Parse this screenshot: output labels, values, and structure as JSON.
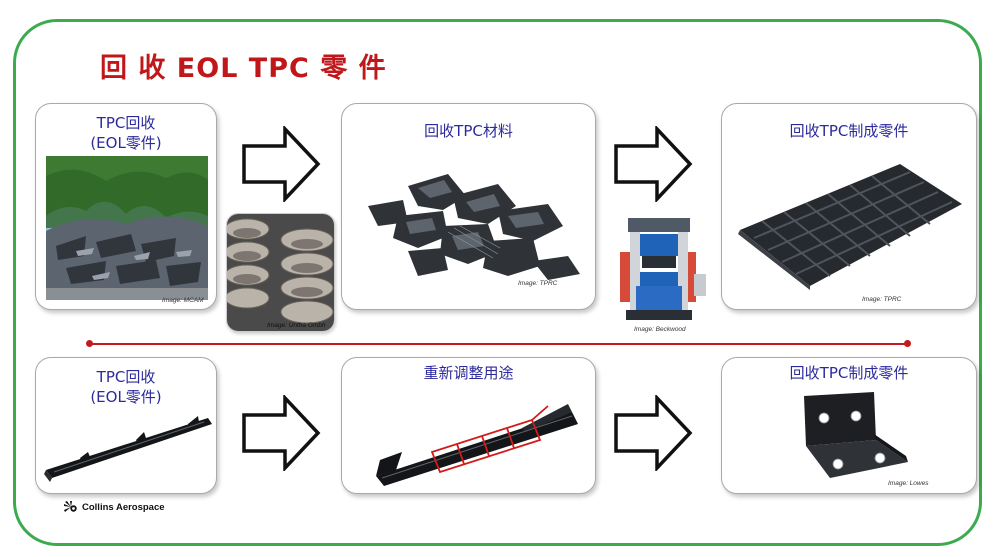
{
  "title": "回 收 EOL TPC 零 件",
  "top_row": {
    "card1": {
      "line1": "TPC回收",
      "line2": "(EOL零件)",
      "credit": "Image: MCAM"
    },
    "shredder_credit": "Image: Untha Gmbh",
    "card2": {
      "label": "回收TPC材料",
      "credit": "Image: TPRC"
    },
    "press_credit": "Image: Beckwood",
    "card3": {
      "label": "回收TPC制成零件",
      "credit": "Image: TPRC"
    }
  },
  "bottom_row": {
    "card1": {
      "line1": "TPC回收",
      "line2": "(EOL零件)"
    },
    "card2": {
      "label": "重新调整用途"
    },
    "card3": {
      "label": "回收TPC制成零件",
      "credit": "Image: Lowes"
    }
  },
  "brand": {
    "name": "Collins Aerospace"
  },
  "colors": {
    "frame": "#3cab4f",
    "title": "#c0171b",
    "label": "#2c2a9c",
    "divider": "#c11b1f"
  }
}
